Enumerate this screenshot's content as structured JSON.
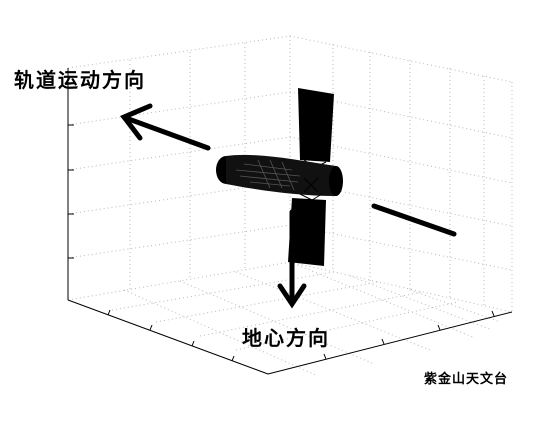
{
  "figure": {
    "orbit_direction_label": "轨道运动方向",
    "earth_direction_label": "地心方向",
    "credit": "紫金山天文台"
  },
  "colors": {
    "ink": "#000000",
    "grid": "#b8b8b8",
    "axis": "#000000",
    "background": "#ffffff"
  }
}
